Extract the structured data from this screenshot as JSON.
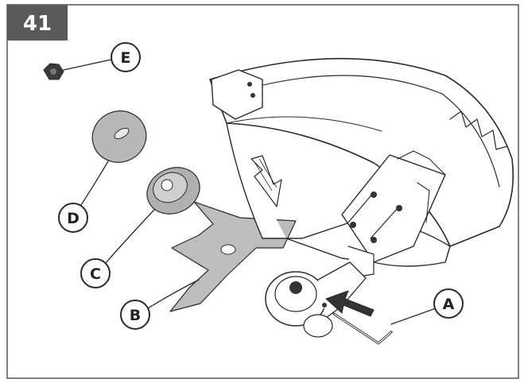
{
  "figure": {
    "number": "41",
    "callouts": {
      "a": "A",
      "b": "B",
      "c": "C",
      "d": "D",
      "e": "E"
    }
  },
  "colors": {
    "badge": "#5a5a5a",
    "part_gray": "#b8b8b8",
    "outline": "#2a2a2a"
  }
}
